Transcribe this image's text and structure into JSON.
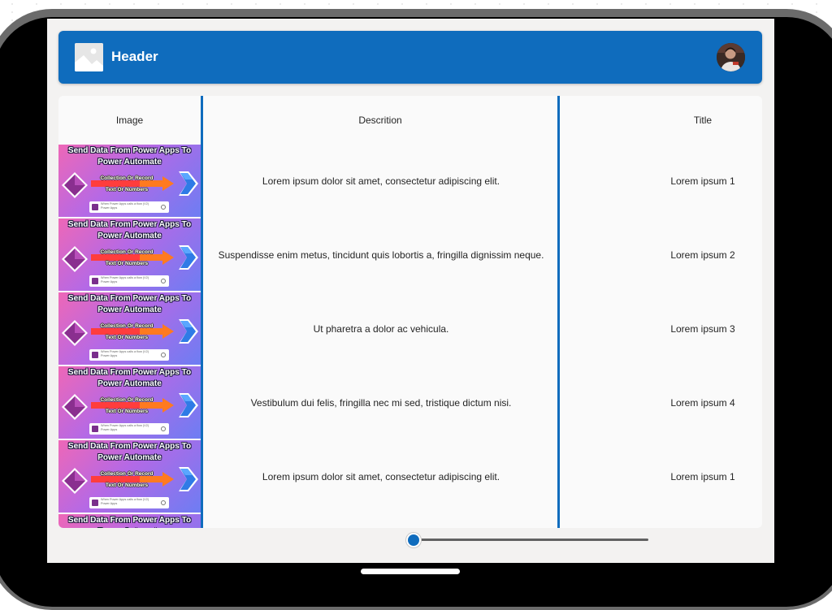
{
  "header": {
    "title": "Header"
  },
  "columns": [
    "Image",
    "Descrition",
    "Title"
  ],
  "thumbnail": {
    "line1": "Send Data From Power Apps To",
    "line2": "Power Automate",
    "label1": "Collection Or Record",
    "label2": "Text Or Numbers",
    "box_text": "When Power Apps calls a flow (V2) Power Apps"
  },
  "rows": [
    {
      "description": "Lorem ipsum dolor sit amet, consectetur adipiscing elit.",
      "title": "Lorem ipsum 1"
    },
    {
      "description": "Suspendisse enim metus, tincidunt quis lobortis a, fringilla dignissim neque.",
      "title": "Lorem ipsum 2"
    },
    {
      "description": "Ut pharetra a dolor ac vehicula.",
      "title": "Lorem ipsum 3"
    },
    {
      "description": "Vestibulum dui felis, fringilla nec mi sed, tristique dictum nisi.",
      "title": "Lorem ipsum 4"
    },
    {
      "description": "Lorem ipsum dolor sit amet, consectetur adipiscing elit.",
      "title": "Lorem ipsum 1"
    },
    {
      "description": "",
      "title": ""
    }
  ],
  "slider": {
    "value_fraction": 0.0
  },
  "colors": {
    "accent": "#0f6cbd",
    "screen_bg": "#f3f2f1",
    "device_frame": "#6b6b6b"
  }
}
